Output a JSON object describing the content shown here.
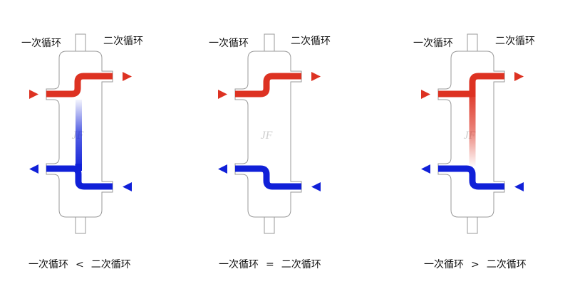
{
  "diagrams": [
    {
      "id": "primary-less-than-secondary",
      "left_label": "一次循环",
      "right_label": "二次循环",
      "caption": {
        "left": "一次循环",
        "operator": "<",
        "right": "二次循环"
      },
      "flow": "blue bypass rises from bottom to top (secondary > primary)"
    },
    {
      "id": "primary-equals-secondary",
      "left_label": "一次循环",
      "right_label": "二次循环",
      "caption": {
        "left": "一次循环",
        "operator": "=",
        "right": "二次循环"
      },
      "flow": "no bypass flow"
    },
    {
      "id": "primary-greater-than-secondary",
      "left_label": "一次循环",
      "right_label": "二次循环",
      "caption": {
        "left": "一次循环",
        "operator": ">",
        "right": "二次循环"
      },
      "flow": "red bypass descends from top to bottom (primary > secondary)"
    }
  ],
  "colors": {
    "hot": "#dd3222",
    "cold": "#1020d8",
    "outline": "#999999",
    "watermark": "#cccccc"
  },
  "watermark": "JF"
}
